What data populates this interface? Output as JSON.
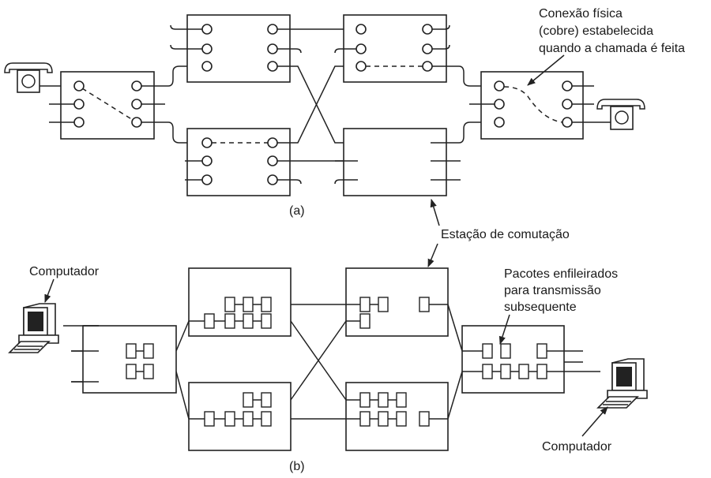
{
  "figure": {
    "part_a_label": "(a)",
    "part_b_label": "(b)",
    "annotation_physical": [
      "Conexão física",
      "(cobre) estabelecida",
      "quando a chamada é feita"
    ],
    "annotation_switch": "Estação de comutação",
    "annotation_packets": [
      "Pacotes enfileirados",
      "para transmissão",
      "subsequente"
    ],
    "computer_left": "Computador",
    "computer_right": "Computador"
  }
}
